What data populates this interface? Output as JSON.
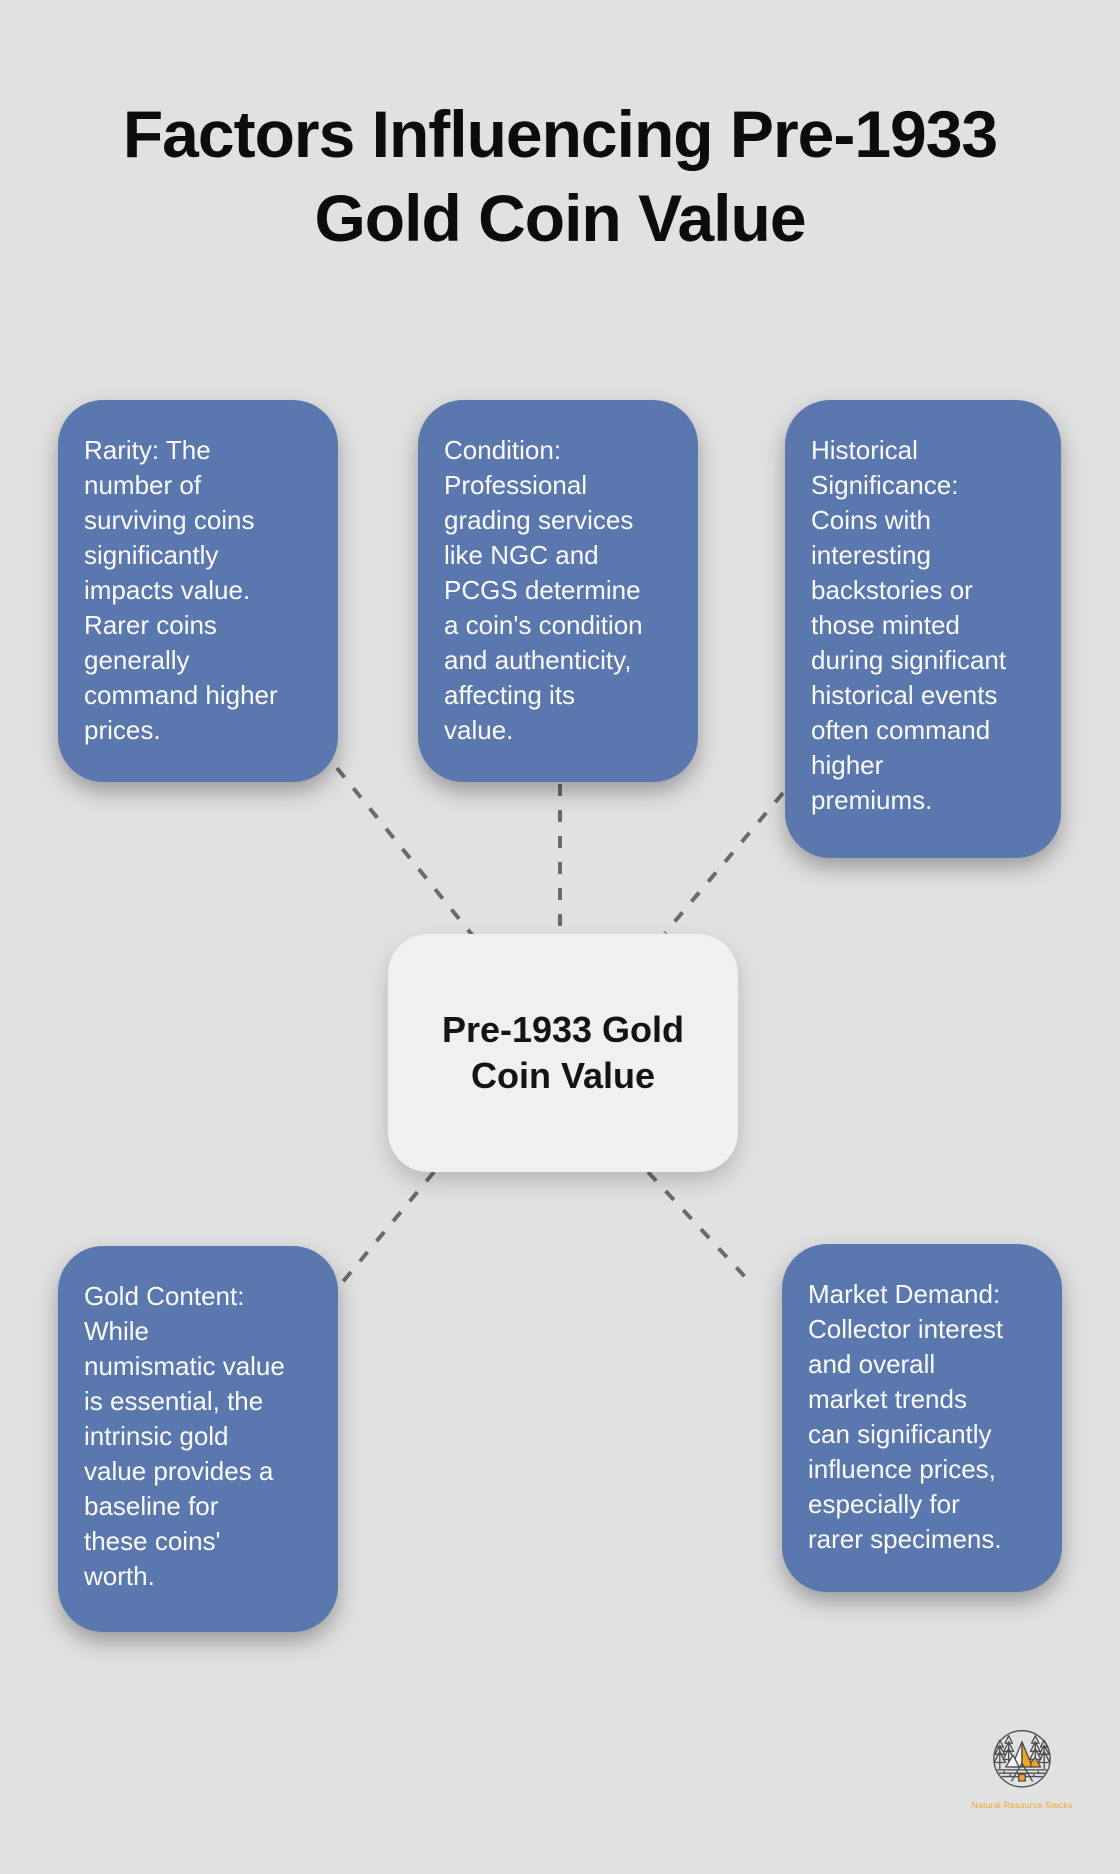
{
  "title": "Factors Influencing Pre-1933\nGold Coin Value",
  "center_node": {
    "label": "Pre-1933 Gold\nCoin Value"
  },
  "factors": [
    {
      "name": "Rarity",
      "text": "Rarity: The\nnumber of\nsurviving coins\nsignificantly\nimpacts value.\nRarer coins\ngenerally\ncommand higher\nprices."
    },
    {
      "name": "Condition",
      "text": "Condition:\nProfessional\ngrading services\nlike NGC and\nPCGS determine\na coin's condition\nand authenticity,\naffecting its\nvalue."
    },
    {
      "name": "Historical Significance",
      "text": "Historical\nSignificance:\nCoins with\ninteresting\nbackstories or\nthose minted\nduring significant\nhistorical events\noften command\nhigher\npremiums."
    },
    {
      "name": "Gold Content",
      "text": "Gold Content:\nWhile\nnumismatic value\nis essential, the\nintrinsic gold\nvalue provides a\nbaseline for\nthese coins'\nworth."
    },
    {
      "name": "Market Demand",
      "text": "Market Demand:\nCollector interest\nand overall\nmarket trends\ncan significantly\ninfluence prices,\nespecially for\nrarer specimens."
    }
  ],
  "logo": {
    "caption": "Natural Resource Stocks"
  },
  "colors": {
    "background": "#e1e1e2",
    "card": "#5b78ae",
    "card_text": "#fafafc",
    "center_bg": "#f0f0f2",
    "center_text": "#141414",
    "title_text": "#0c0c0c",
    "connector": "#6a6a6a",
    "logo_line": "#4d4d4d",
    "logo_gold": "#eaa62a"
  }
}
